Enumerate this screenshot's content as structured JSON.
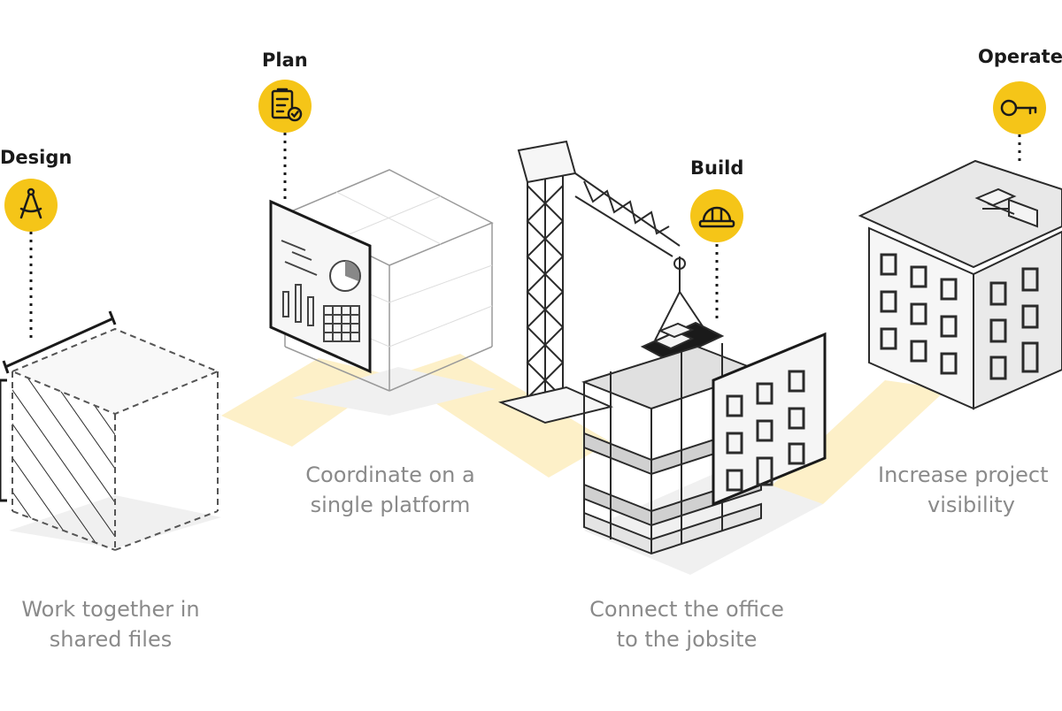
{
  "stages": [
    {
      "id": "design",
      "label": "Design",
      "icon": "compass-icon",
      "caption_line1": "Work together in",
      "caption_line2": "shared files"
    },
    {
      "id": "plan",
      "label": "Plan",
      "icon": "clipboard-check-icon",
      "caption_line1": "Coordinate on a",
      "caption_line2": "single platform"
    },
    {
      "id": "build",
      "label": "Build",
      "icon": "hard-hat-icon",
      "caption_line1": "Connect the office",
      "caption_line2": "to the jobsite"
    },
    {
      "id": "operate",
      "label": "Operate",
      "icon": "key-icon",
      "caption_line1": "Increase project",
      "caption_line2": "visibility"
    }
  ],
  "colors": {
    "accent": "#f5c518",
    "path": "#fdf0c8",
    "line": "#2b2b2b",
    "gray": "#8a8a8a",
    "fill": "#e6e6e6"
  }
}
